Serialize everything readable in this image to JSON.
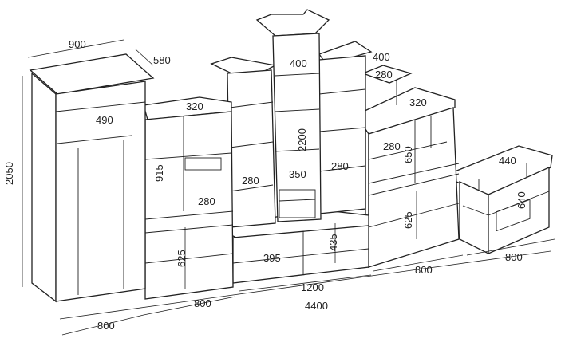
{
  "drawing": {
    "dimensions": {
      "wardrobe_width": "900",
      "wardrobe_depth": "580",
      "overall_height": "2050",
      "wardrobe_shelf_depth": "490",
      "left_section_depth": "320",
      "left_upper_height": "915",
      "left_shelf_depth": "280",
      "left_lower_height": "625",
      "left_section_width": "800",
      "wardrobe_bottom_width": "800",
      "tower_width": "400",
      "tower_height": "2200",
      "tower_left_shelf_depth": "280",
      "tower_niche_depth": "350",
      "tower_right_shelf_depth": "280",
      "center_lower_shelf_depth": "395",
      "center_lower_height": "435",
      "center_width": "1200",
      "overall_width": "4400",
      "right_top_shelf_width": "400",
      "right_top_shelf_depth": "280",
      "right_section_depth": "320",
      "right_shelf_depth": "280",
      "right_upper_height": "650",
      "right_lower_height": "625",
      "right_section_width": "800",
      "end_unit_depth": "440",
      "end_unit_height": "640",
      "end_unit_width": "800"
    }
  }
}
